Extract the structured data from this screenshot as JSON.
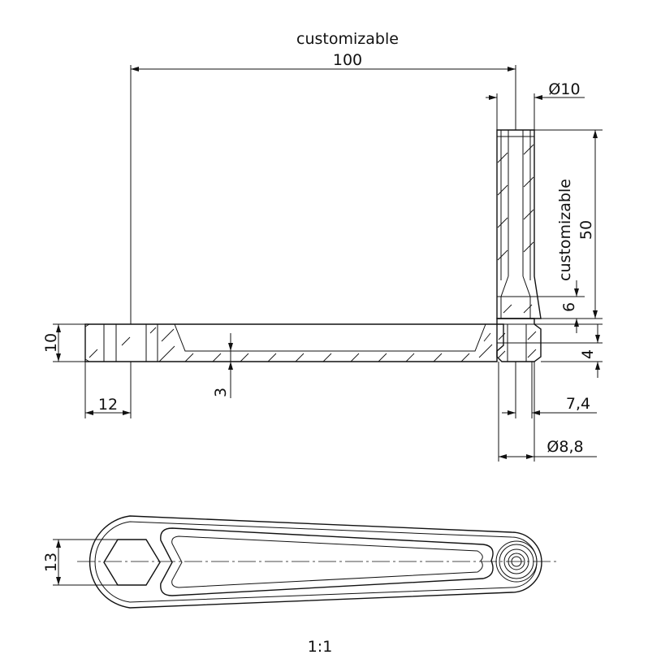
{
  "dimensions": {
    "top_label": "customizable",
    "top_value": "100",
    "diameter_top": "Ø10",
    "vertical_label": "customizable",
    "vertical_value": "50",
    "six": "6",
    "ten": "10",
    "four": "4",
    "three": "3",
    "twelve": "12",
    "seven_four": "7,4",
    "diameter_bottom": "Ø8,8",
    "thirteen": "13"
  },
  "scale": "1:1"
}
